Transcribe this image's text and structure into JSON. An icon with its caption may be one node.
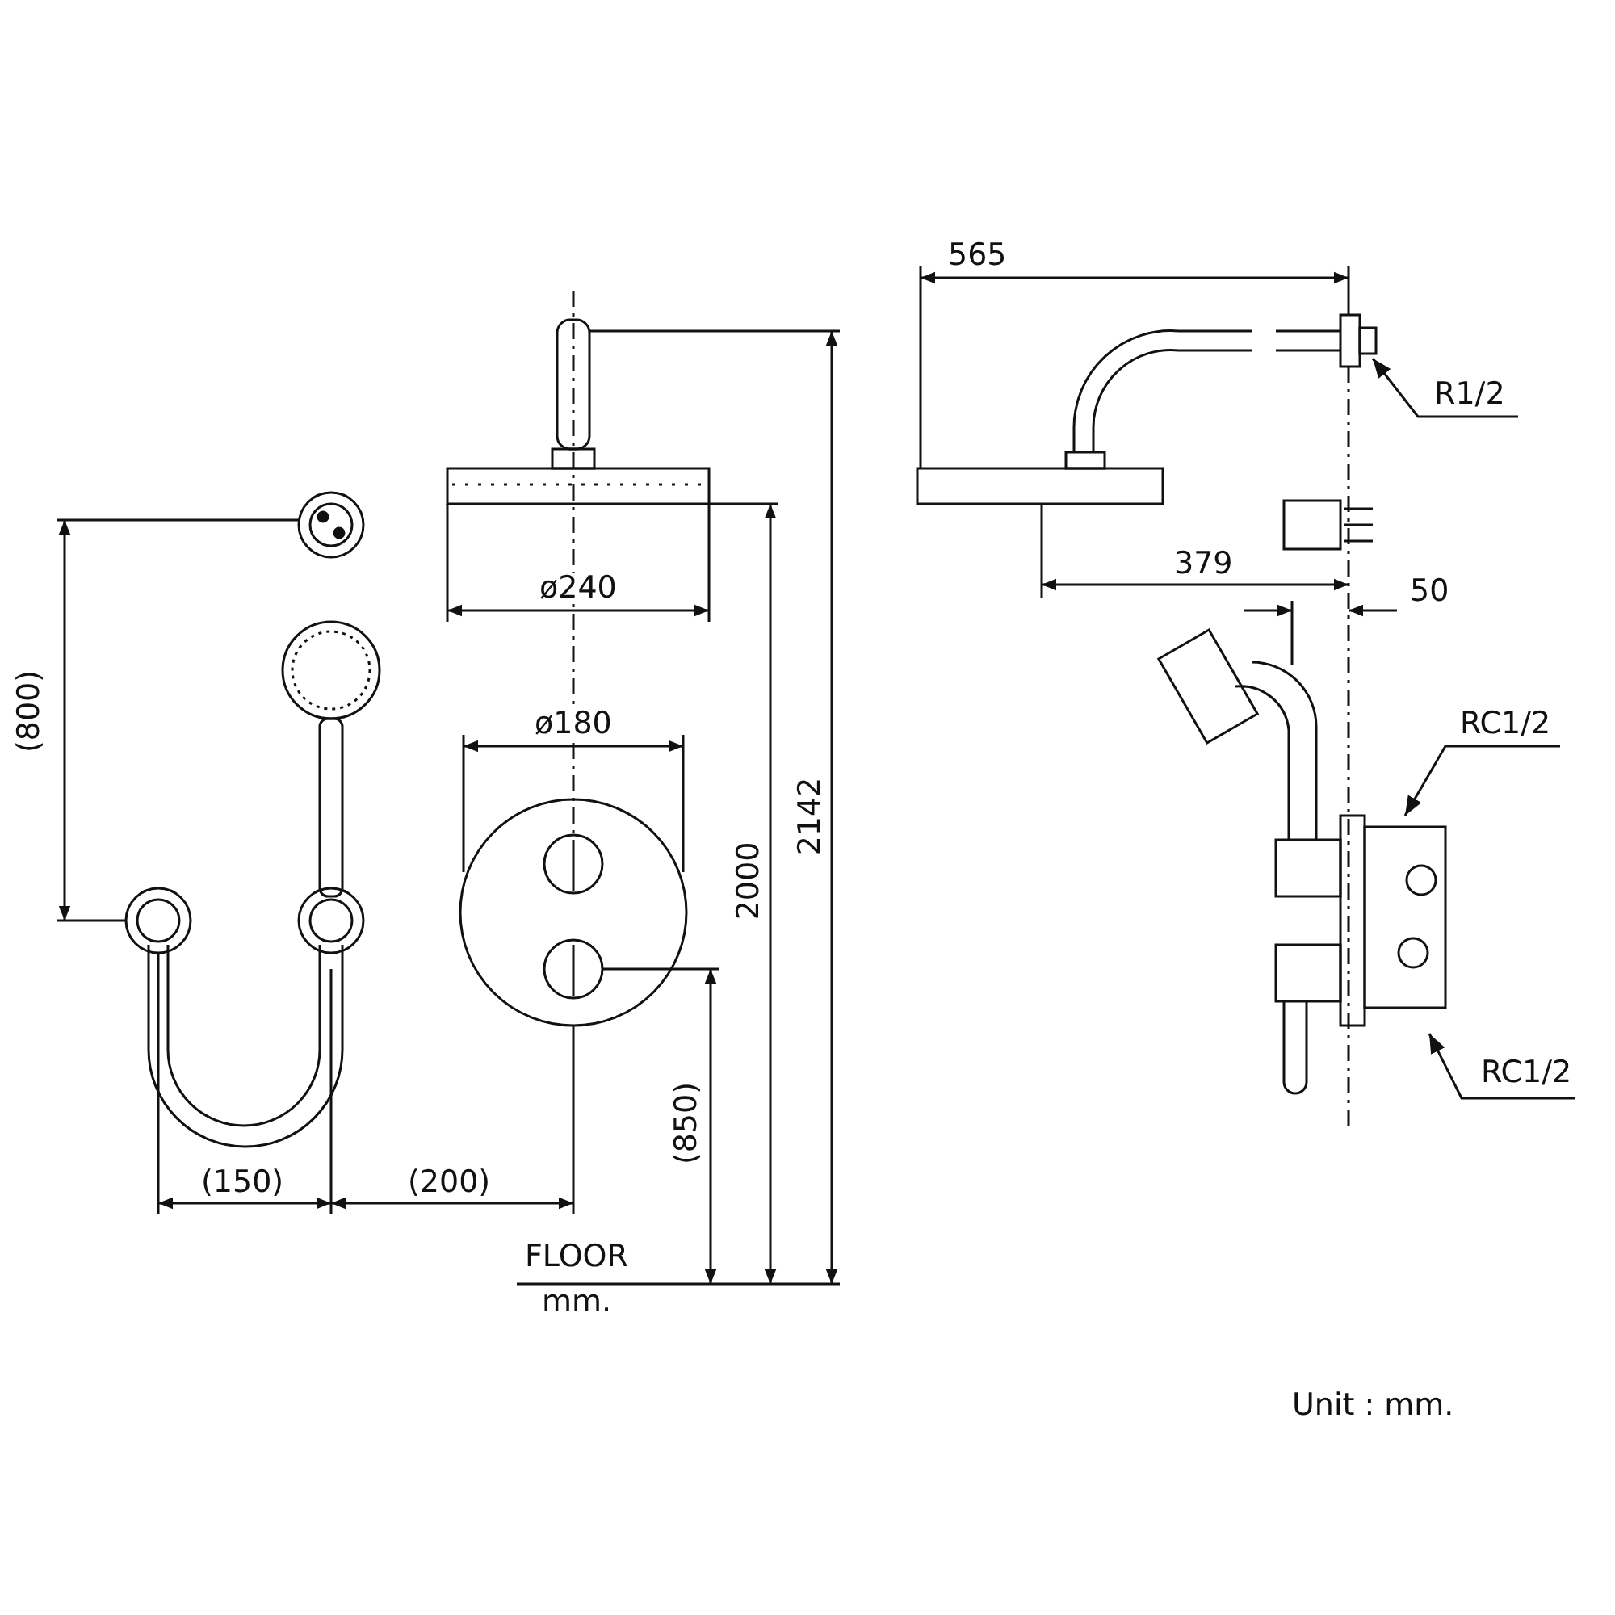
{
  "diagram": {
    "nodes": [
      {
        "text": [
          "R1/2"
        ]
      },
      {
        "text": [
          "RC1/2"
        ]
      },
      {
        "text": [
          "RC1/2"
        ]
      }
    ],
    "edges": [
      {
        "from": 0,
        "to": null,
        "arrow": "to"
      },
      {
        "from": 1,
        "to": null,
        "arrow": "to"
      },
      {
        "from": 2,
        "to": null,
        "arrow": "to"
      }
    ],
    "labels": [
      "565",
      "ø240",
      "379",
      "50",
      "(800)",
      "ø180",
      "2142",
      "2000",
      "(850)",
      "(150)",
      "(200)",
      "FLOOR",
      "mm.",
      "Unit : mm."
    ]
  }
}
